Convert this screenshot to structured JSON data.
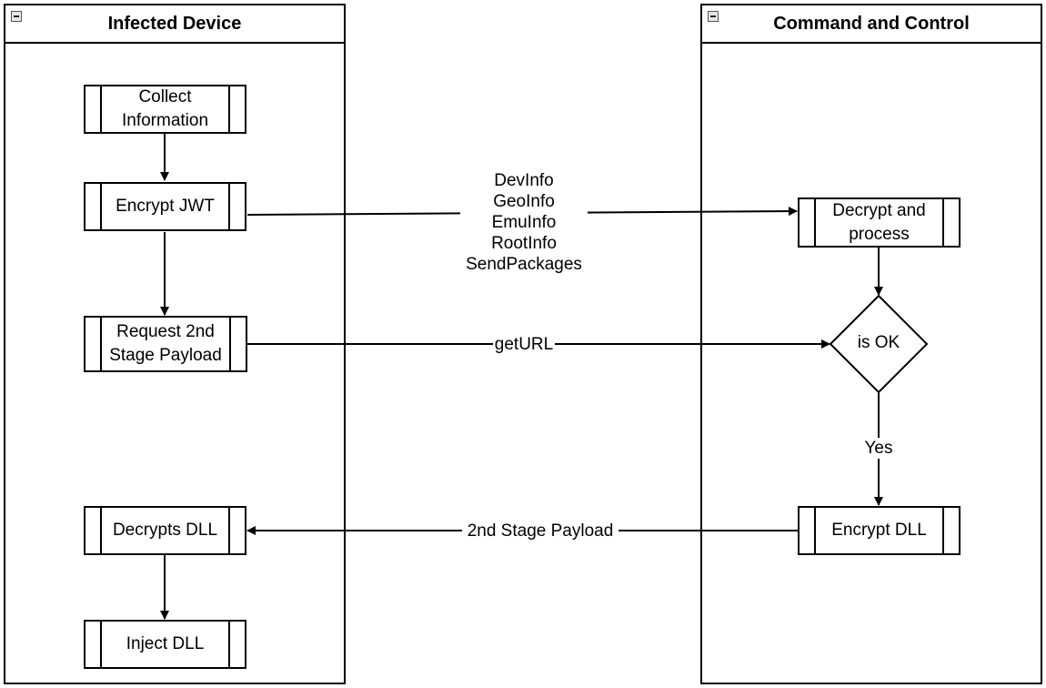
{
  "lanes": {
    "infected": {
      "title": "Infected Device"
    },
    "c2": {
      "title": "Command and Control"
    }
  },
  "nodes": {
    "collect": "Collect\nInformation",
    "encrypt_jwt": "Encrypt JWT",
    "request_payload": "Request 2nd\nStage Payload",
    "decrypts_dll": "Decrypts DLL",
    "inject_dll": "Inject DLL",
    "decrypt_process": "Decrypt and\nprocess",
    "is_ok": "is OK",
    "encrypt_dll": "Encrypt DLL"
  },
  "edges": {
    "jwt_payload": "DevInfo\nGeoInfo\nEmuInfo\nRootInfo\nSendPackages",
    "get_url": "getURL",
    "yes": "Yes",
    "second_stage": "2nd Stage Payload"
  },
  "colors": {
    "line": "#000000",
    "icon_fill": "#e6e6e6"
  }
}
